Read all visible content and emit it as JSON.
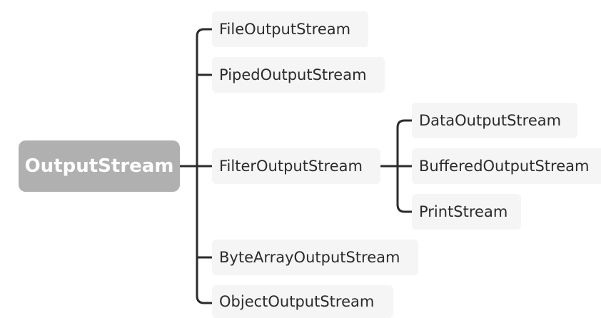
{
  "diagram": {
    "root": {
      "label": "OutputStream"
    },
    "children": [
      {
        "label": "FileOutputStream"
      },
      {
        "label": "PipedOutputStream"
      },
      {
        "label": "FilterOutputStream",
        "children": [
          {
            "label": "DataOutputStream"
          },
          {
            "label": "BufferedOutputStream"
          },
          {
            "label": "PrintStream"
          }
        ]
      },
      {
        "label": "ByteArrayOutputStream"
      },
      {
        "label": "ObjectOutputStream"
      }
    ]
  },
  "colors": {
    "root_fill": "#b0b0b0",
    "root_text": "#ffffff",
    "node_fill": "#f5f5f5",
    "node_text": "#2b2b2b",
    "connector": "#2b2b2b"
  }
}
